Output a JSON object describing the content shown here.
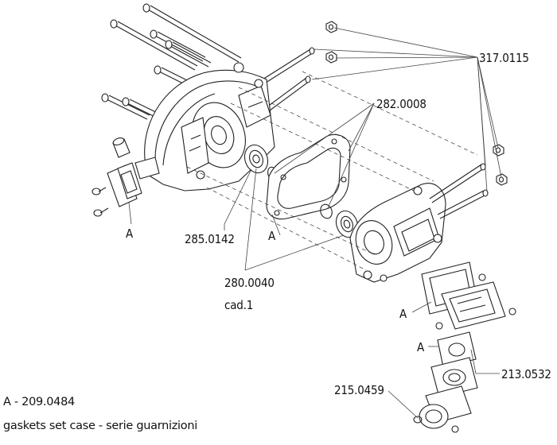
{
  "labels": {
    "nuts": "317.0115",
    "gasket_top": "282.0008",
    "bearing": "285.0142",
    "oring": "280.0040",
    "oring_qty": "cad.1",
    "reed_block": "213.0532",
    "carb_manifold": "215.0459",
    "gasket_ref_1": "A",
    "gasket_ref_2": "A",
    "gasket_ref_3": "A",
    "gasket_ref_4": "A"
  },
  "legend": {
    "code_line": "A - 209.0484",
    "description": "gaskets set case - serie guarnizioni"
  }
}
